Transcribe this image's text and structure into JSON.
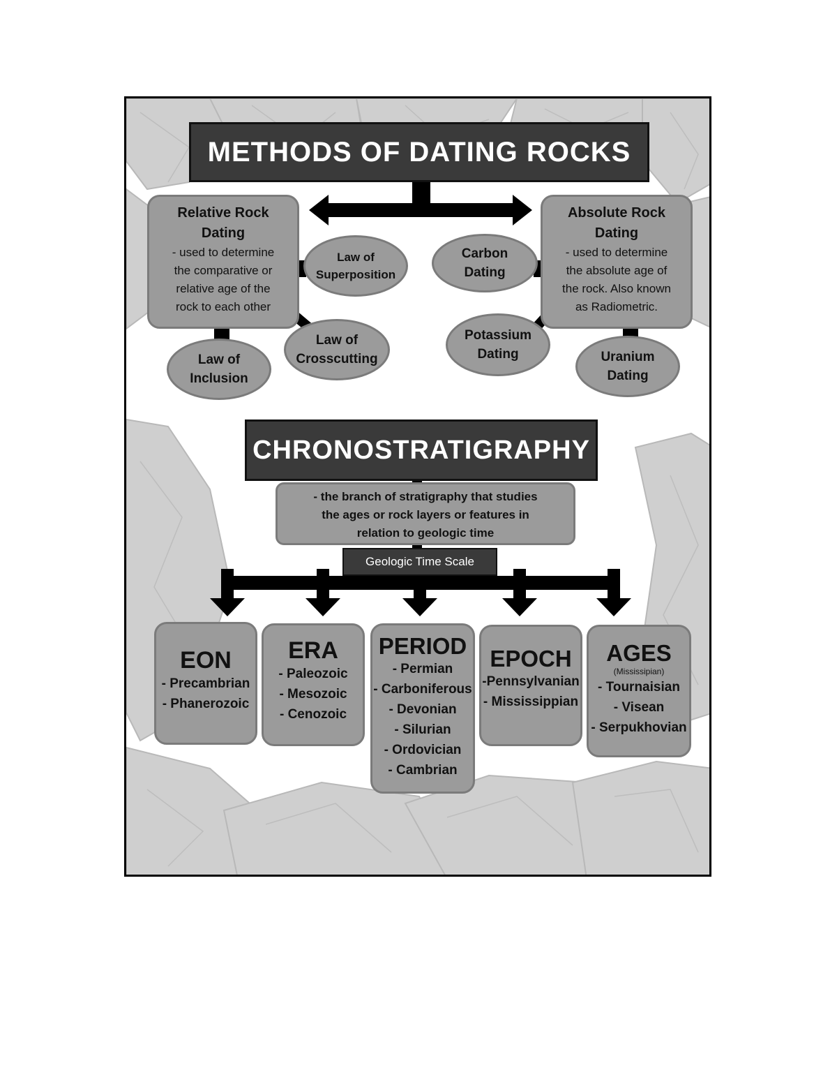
{
  "methods": {
    "title": "METHODS OF DATING ROCKS",
    "relative": {
      "heading_line1": "Relative Rock",
      "heading_line2": "Dating",
      "desc_line1": "- used to determine",
      "desc_line2": "the comparative or",
      "desc_line3": "relative age of the",
      "desc_line4": "rock to each other"
    },
    "absolute": {
      "heading_line1": "Absolute Rock",
      "heading_line2": "Dating",
      "desc_line1": "- used to determine",
      "desc_line2": "the absolute age of",
      "desc_line3": "the rock. Also known",
      "desc_line4": "as Radiometric."
    },
    "laws": {
      "superposition": [
        "Law of",
        "Superposition"
      ],
      "crosscutting": [
        "Law of",
        "Crosscutting"
      ],
      "inclusion": [
        "Law of",
        "Inclusion"
      ]
    },
    "datings": {
      "carbon": [
        "Carbon",
        "Dating"
      ],
      "potassium": [
        "Potassium",
        "Dating"
      ],
      "uranium": [
        "Uranium",
        "Dating"
      ]
    }
  },
  "chrono": {
    "title": "CHRONOSTRATIGRAPHY",
    "desc_line1": "- the branch of stratigraphy that studies",
    "desc_line2": "the ages or rock layers or features in",
    "desc_line3": "relation to geologic time",
    "scale_label": "Geologic Time Scale"
  },
  "categories": {
    "eon": {
      "title": "EON",
      "items": [
        "- Precambrian",
        "- Phanerozoic"
      ]
    },
    "era": {
      "title": "ERA",
      "items": [
        "- Paleozoic",
        "- Mesozoic",
        "- Cenozoic"
      ]
    },
    "period": {
      "title": "PERIOD",
      "items": [
        "- Permian",
        "- Carboniferous",
        "- Devonian",
        "- Silurian",
        "- Ordovician",
        "- Cambrian"
      ]
    },
    "epoch": {
      "title": "EPOCH",
      "items": [
        "-Pennsylvanian",
        "- Mississippian"
      ]
    },
    "ages": {
      "title": "AGES",
      "note": "(Mississipian)",
      "items": [
        "- Tournaisian",
        "- Visean",
        "- Serpukhovian"
      ]
    }
  },
  "colors": {
    "title_bg": "#3a3a3a",
    "box_fill": "#9b9b9b",
    "box_border": "#7b7b7b",
    "rock": "#c8c8c8"
  }
}
